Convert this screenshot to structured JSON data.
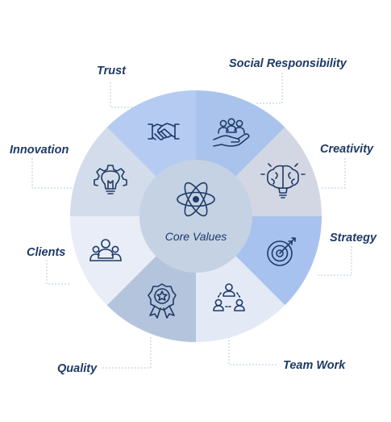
{
  "center": {
    "label": "Core Values",
    "icon": "atom-icon",
    "color": "#c4d2e4"
  },
  "segments": [
    {
      "id": "social-responsibility",
      "label": "Social Responsibility",
      "icon": "hand-holding-people-icon",
      "color": "#a9c3ec"
    },
    {
      "id": "creativity",
      "label": "Creativity",
      "icon": "brain-lightbulb-icon",
      "color": "#d2d7e3"
    },
    {
      "id": "strategy",
      "label": "Strategy",
      "icon": "target-dart-icon",
      "color": "#a8c2ef"
    },
    {
      "id": "team-work",
      "label": "Team Work",
      "icon": "team-network-icon",
      "color": "#e3eaf6"
    },
    {
      "id": "quality",
      "label": "Quality",
      "icon": "award-badge-icon",
      "color": "#b4c4dc"
    },
    {
      "id": "clients",
      "label": "Clients",
      "icon": "people-group-icon",
      "color": "#e8edf7"
    },
    {
      "id": "innovation",
      "label": "Innovation",
      "icon": "lightbulb-gear-icon",
      "color": "#d3dcea"
    },
    {
      "id": "trust",
      "label": "Trust",
      "icon": "handshake-icon",
      "color": "#b5cbf2"
    }
  ],
  "colors": {
    "text": "#1f3a66",
    "leader": "#b9c9e6"
  }
}
